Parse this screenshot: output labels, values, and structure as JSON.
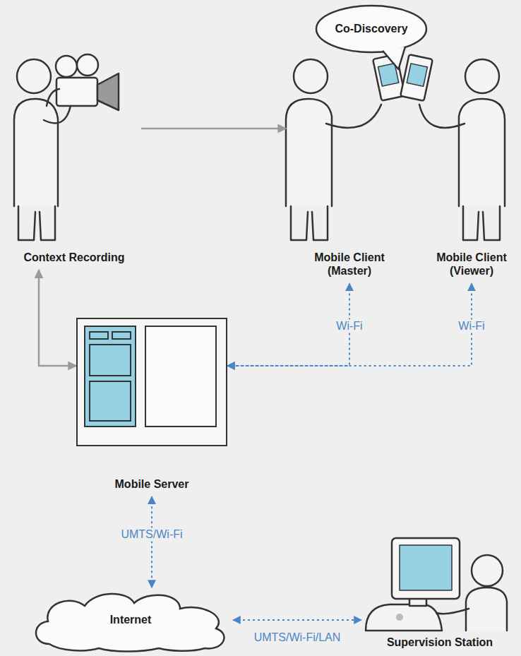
{
  "diagram": {
    "nodes": [
      {
        "text": [
          "Context Recording"
        ]
      },
      {
        "text": [
          "Co-Discovery"
        ]
      },
      {
        "text": [
          "Mobile Client (Master)"
        ]
      },
      {
        "text": [
          "Mobile Client (Viewer)"
        ]
      },
      {
        "text": [
          "Mobile Server"
        ]
      },
      {
        "text": [
          "Internet"
        ]
      },
      {
        "text": [
          "Supervision Station"
        ]
      }
    ],
    "edges": [
      {
        "from": 0,
        "to": 2,
        "arrow": "to"
      },
      {
        "from": 4,
        "to": 0,
        "arrow": "both"
      },
      {
        "from": 2,
        "to": 4,
        "label": "Wi-Fi",
        "arrow": "both"
      },
      {
        "from": 3,
        "to": 4,
        "label": "Wi-Fi",
        "arrow": "both"
      },
      {
        "from": 4,
        "to": 5,
        "label": "UMTS/Wi-Fi",
        "arrow": "both"
      },
      {
        "from": 5,
        "to": 6,
        "label": "UMTS/Wi-Fi/LAN",
        "arrow": "both"
      }
    ]
  }
}
